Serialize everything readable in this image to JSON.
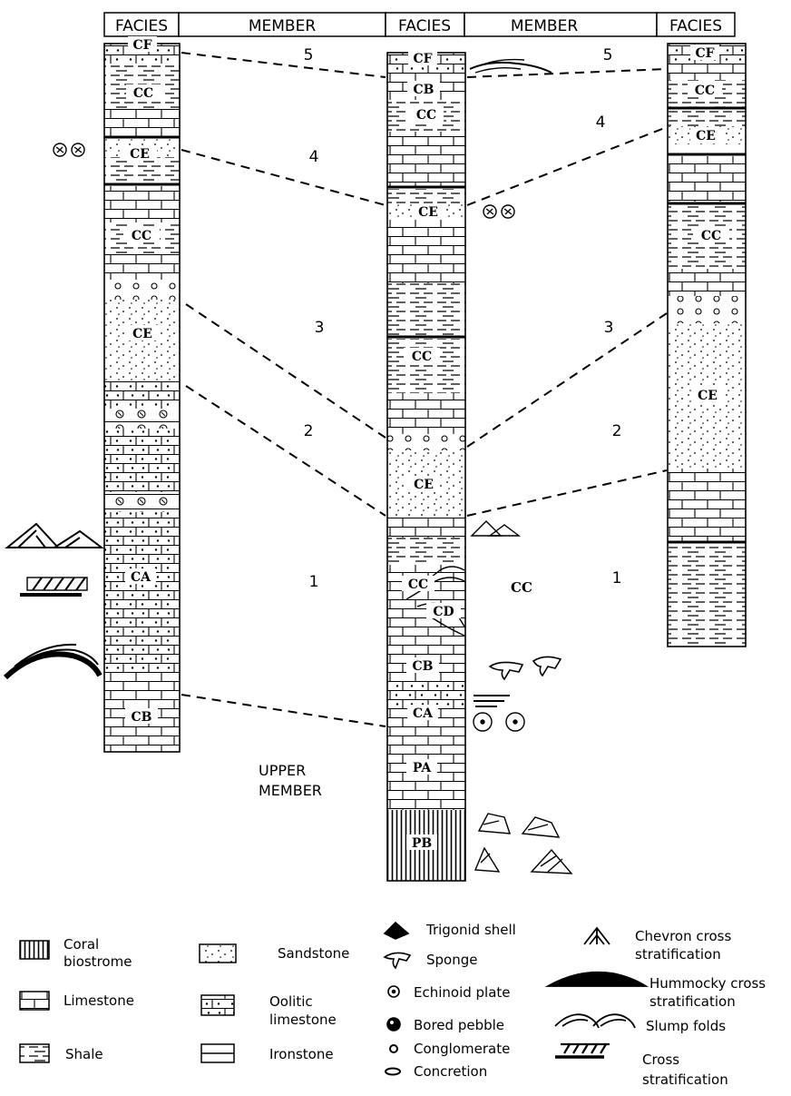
{
  "header": {
    "facies_label": "FACIES",
    "member_label": "MEMBER"
  },
  "members": [
    "5",
    "4",
    "3",
    "2",
    "1"
  ],
  "columns": [
    {
      "id": "left",
      "units": [
        {
          "label": "CF"
        },
        {
          "label": "CC"
        },
        {
          "label": "CE"
        },
        {
          "label": "CC"
        },
        {
          "label": "CE"
        },
        {
          "label": "CA"
        },
        {
          "label": "CB"
        }
      ]
    },
    {
      "id": "middle",
      "units": [
        {
          "label": "CF"
        },
        {
          "label": "CB"
        },
        {
          "label": "CC"
        },
        {
          "label": "CE"
        },
        {
          "label": "CC"
        },
        {
          "label": "CE"
        },
        {
          "label": "CC"
        },
        {
          "label": "CD"
        },
        {
          "label": "CB"
        },
        {
          "label": "CA"
        },
        {
          "label": "PA"
        },
        {
          "label": "PB"
        }
      ]
    },
    {
      "id": "right",
      "units": [
        {
          "label": "CF"
        },
        {
          "label": "CC"
        },
        {
          "label": "CE"
        },
        {
          "label": "CC"
        },
        {
          "label": "CE"
        }
      ]
    }
  ],
  "cc_annotation": "CC",
  "upper_member": [
    "UPPER",
    "MEMBER"
  ],
  "legend": {
    "lithology": [
      {
        "icon": "coral-biostrome-icon",
        "lines": [
          "Coral",
          "biostrome"
        ]
      },
      {
        "icon": "limestone-icon",
        "lines": [
          "Limestone"
        ]
      },
      {
        "icon": "shale-icon",
        "lines": [
          "Shale"
        ]
      },
      {
        "icon": "sandstone-icon",
        "lines": [
          "Sandstone"
        ]
      },
      {
        "icon": "oolitic-limestone-icon",
        "lines": [
          "Oolitic",
          "limestone"
        ]
      },
      {
        "icon": "ironstone-icon",
        "lines": [
          "Ironstone"
        ]
      }
    ],
    "fossils": [
      {
        "icon": "trigonid-shell-icon",
        "lines": [
          "Trigonid shell"
        ]
      },
      {
        "icon": "sponge-icon",
        "lines": [
          "Sponge"
        ]
      },
      {
        "icon": "echinoid-plate-icon",
        "lines": [
          "Echinoid plate"
        ]
      },
      {
        "icon": "bored-pebble-icon",
        "lines": [
          "Bored pebble"
        ]
      },
      {
        "icon": "conglomerate-icon",
        "lines": [
          "Conglomerate"
        ]
      },
      {
        "icon": "concretion-icon",
        "lines": [
          "Concretion"
        ]
      }
    ],
    "structures": [
      {
        "icon": "chevron-cross-stratification-icon",
        "lines": [
          "Chevron cross",
          "stratification"
        ]
      },
      {
        "icon": "hummocky-cross-stratification-icon",
        "lines": [
          "Hummocky cross",
          "stratification"
        ]
      },
      {
        "icon": "slump-folds-icon",
        "lines": [
          "Slump folds"
        ]
      },
      {
        "icon": "cross-stratification-icon",
        "lines": [
          "Cross",
          "stratification"
        ]
      }
    ]
  }
}
